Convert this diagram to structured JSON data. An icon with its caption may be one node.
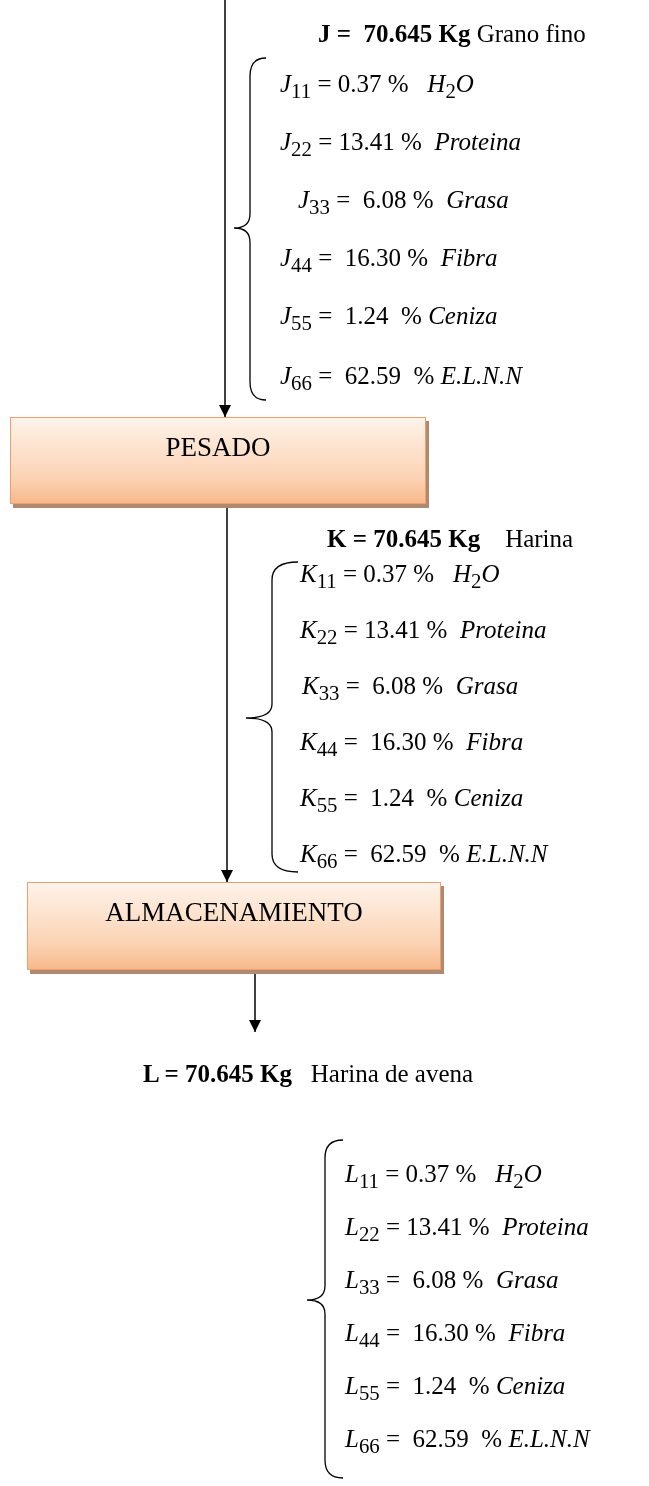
{
  "diagram": {
    "nodes": [
      {
        "text": [
          "PESADO"
        ]
      },
      {
        "text": [
          "ALMACENAMIENTO"
        ]
      }
    ],
    "edges": [
      {
        "from": null,
        "to": 0,
        "arrow": "to"
      },
      {
        "from": 0,
        "to": 1,
        "arrow": "to"
      },
      {
        "from": 1,
        "to": null,
        "arrow": "to"
      }
    ],
    "labels": [
      "**J =  70.645 Kg** Grano fino",
      "*J*$_{11}$ = 0.37 %   *H*$_{2}$*O*",
      "*J*$_{22}$ = 13.41 %  *Proteina*",
      "*J*$_{33}$ =  6.08 %  *Grasa*",
      "*J*$_{44}$ =  16.30 %  *Fibra*",
      "*J*$_{55}$ =  1.24  % *Ceniza*",
      "*J*$_{66}$ =  62.59  % *E.L.N.N*",
      "**K = 70.645 Kg**    Harina",
      "*K*$_{11}$ = 0.37 %   *H*$_{2}$*O*",
      "*K*$_{22}$ = 13.41 %  *Proteina*",
      "*K*$_{33}$ =  6.08 %  *Grasa*",
      "*K*$_{44}$ =  16.30 %  *Fibra*",
      "*K*$_{55}$ =  1.24  % *Ceniza*",
      "*K*$_{66}$ =  62.59  % *E.L.N.N*",
      "**L = 70.645 Kg**   Harina de avena",
      "*L*$_{11}$ = 0.37 %   *H*$_{2}$*O*",
      "*L*$_{22}$ = 13.41 %  *Proteina*",
      "*L*$_{33}$ =  6.08 %  *Grasa*",
      "*L*$_{44}$ =  16.30 %  *Fibra*",
      "*L*$_{55}$ =  1.24  % *Ceniza*",
      "*L*$_{66}$ =  62.59  % *E.L.N.N*"
    ]
  }
}
